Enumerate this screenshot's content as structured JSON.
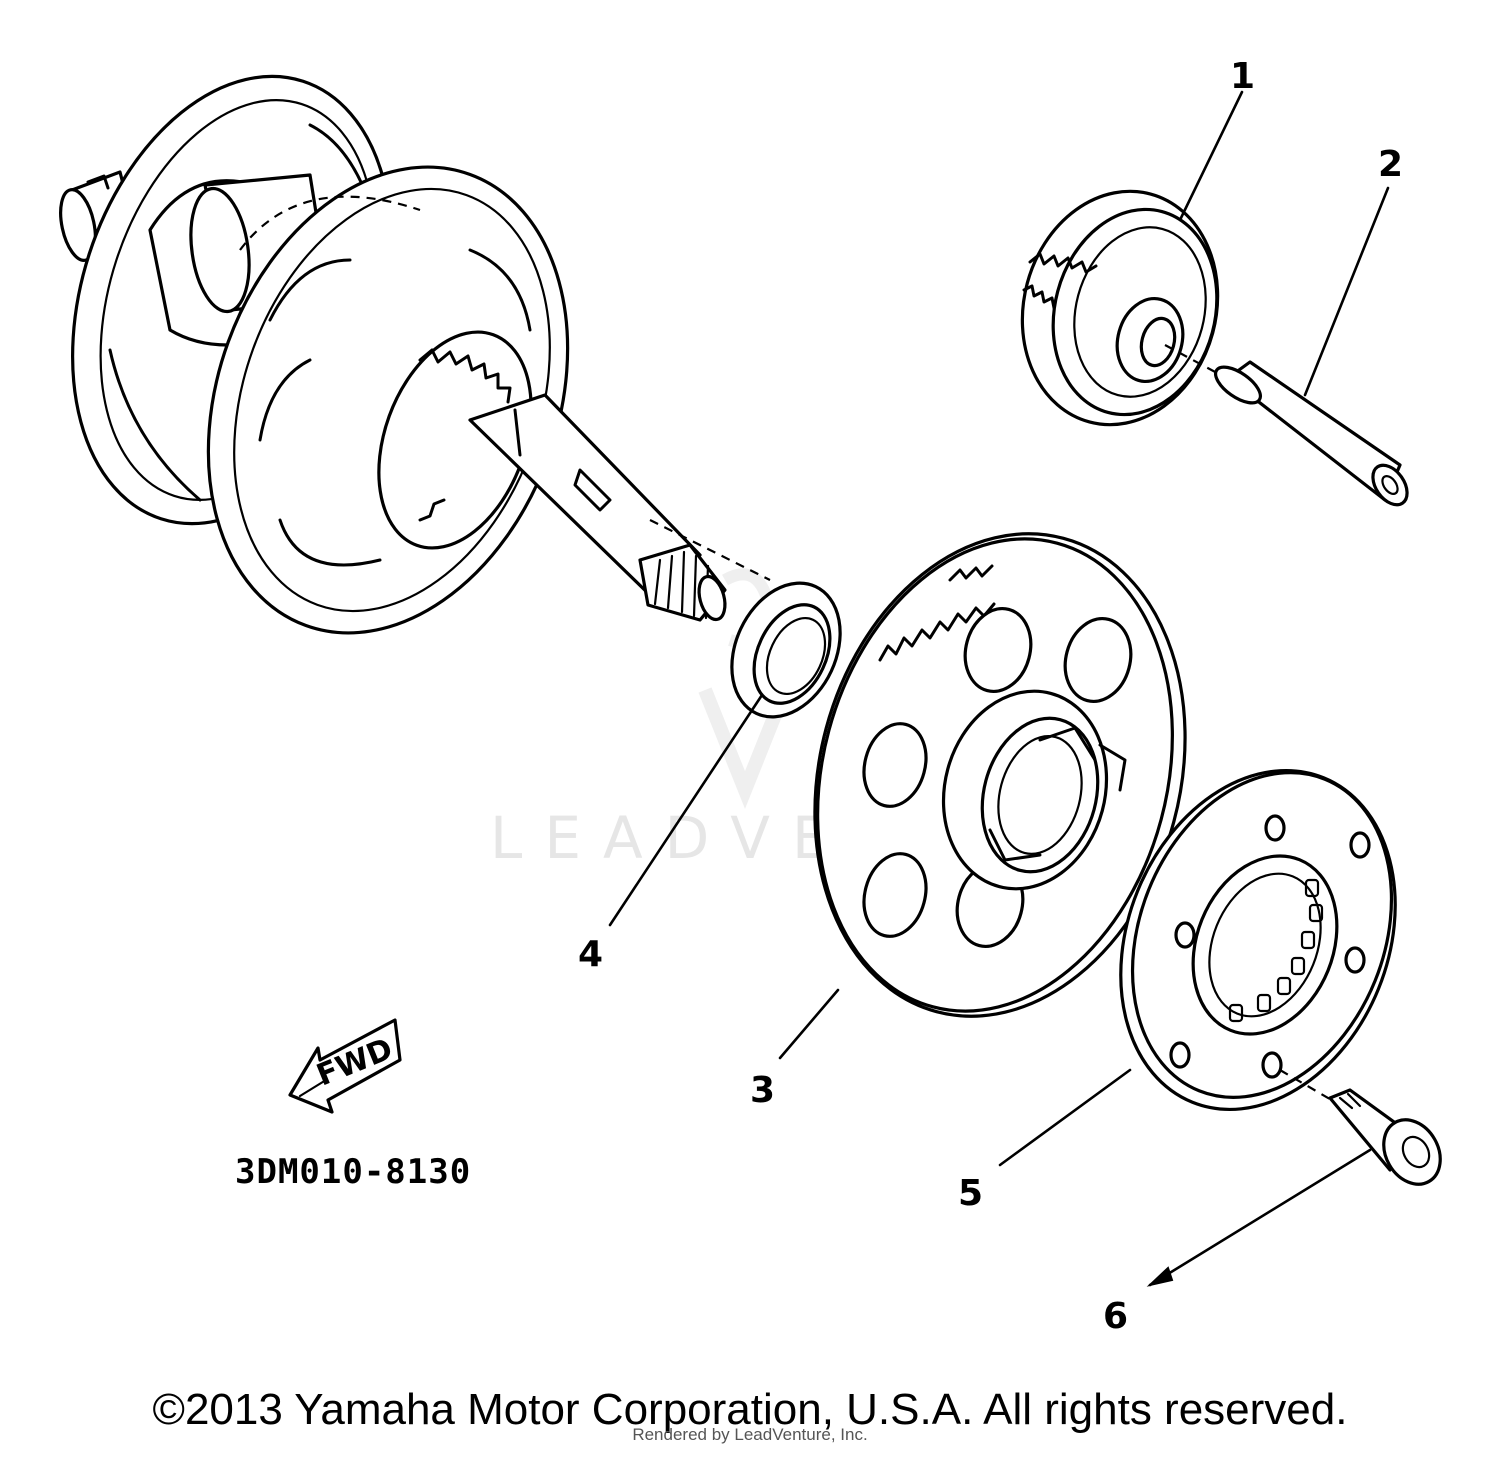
{
  "callouts": {
    "c1": "1",
    "c2": "2",
    "c3": "3",
    "c4": "4",
    "c5": "5",
    "c6": "6"
  },
  "fwd_arrow_label": "FWD",
  "diagram_code": "3DM010-8130",
  "watermark": "LEADVENTURE",
  "copyright": "©2013 Yamaha Motor Corporation, U.S.A. All rights reserved.",
  "rendered_by": "Rendered by LeadVenture, Inc."
}
